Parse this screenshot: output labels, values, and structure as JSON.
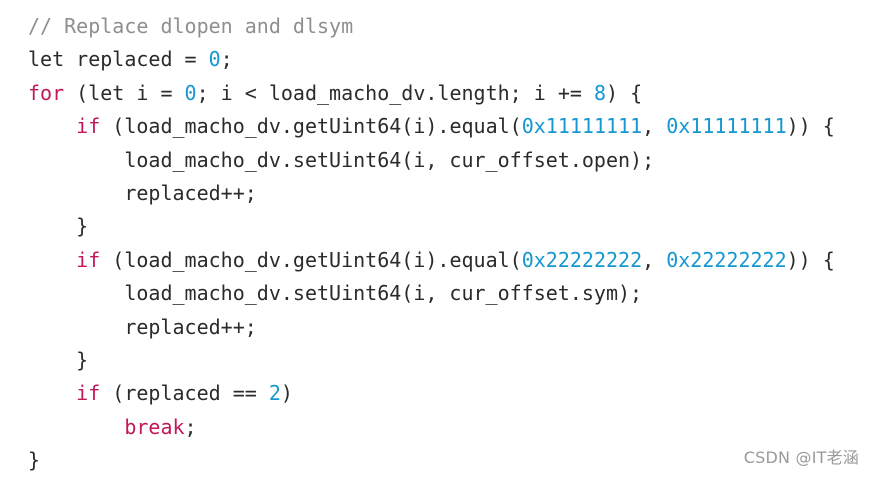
{
  "code": {
    "lines": [
      [
        {
          "t": "// Replace dlopen and dlsym",
          "k": "comment"
        }
      ],
      [
        {
          "t": "let replaced = ",
          "k": "text"
        },
        {
          "t": "0",
          "k": "number"
        },
        {
          "t": ";",
          "k": "text"
        }
      ],
      [
        {
          "t": "for",
          "k": "keyword"
        },
        {
          "t": " (let i = ",
          "k": "text"
        },
        {
          "t": "0",
          "k": "number"
        },
        {
          "t": "; i < load_macho_dv.length; i += ",
          "k": "text"
        },
        {
          "t": "8",
          "k": "number"
        },
        {
          "t": ") {",
          "k": "text"
        }
      ],
      [
        {
          "t": "    ",
          "k": "text"
        },
        {
          "t": "if",
          "k": "keyword"
        },
        {
          "t": " (load_macho_dv.getUint64(i).equal(",
          "k": "text"
        },
        {
          "t": "0x11111111",
          "k": "number"
        },
        {
          "t": ", ",
          "k": "text"
        },
        {
          "t": "0x11111111",
          "k": "number"
        },
        {
          "t": ")) {",
          "k": "text"
        }
      ],
      [
        {
          "t": "        load_macho_dv.setUint64(i, cur_offset.open);",
          "k": "text"
        }
      ],
      [
        {
          "t": "        replaced++;",
          "k": "text"
        }
      ],
      [
        {
          "t": "    }",
          "k": "text"
        }
      ],
      [
        {
          "t": "    ",
          "k": "text"
        },
        {
          "t": "if",
          "k": "keyword"
        },
        {
          "t": " (load_macho_dv.getUint64(i).equal(",
          "k": "text"
        },
        {
          "t": "0x22222222",
          "k": "number"
        },
        {
          "t": ", ",
          "k": "text"
        },
        {
          "t": "0x22222222",
          "k": "number"
        },
        {
          "t": ")) {",
          "k": "text"
        }
      ],
      [
        {
          "t": "        load_macho_dv.setUint64(i, cur_offset.sym);",
          "k": "text"
        }
      ],
      [
        {
          "t": "        replaced++;",
          "k": "text"
        }
      ],
      [
        {
          "t": "    }",
          "k": "text"
        }
      ],
      [
        {
          "t": "    ",
          "k": "text"
        },
        {
          "t": "if",
          "k": "keyword"
        },
        {
          "t": " (replaced == ",
          "k": "text"
        },
        {
          "t": "2",
          "k": "number"
        },
        {
          "t": ")",
          "k": "text"
        }
      ],
      [
        {
          "t": "        ",
          "k": "text"
        },
        {
          "t": "break",
          "k": "keyword"
        },
        {
          "t": ";",
          "k": "text"
        }
      ],
      [
        {
          "t": "}",
          "k": "text"
        }
      ]
    ]
  },
  "watermark": {
    "text": "CSDN @IT老涵"
  },
  "colors": {
    "background": "#ffffff",
    "text": "#2b2b2b",
    "comment": "#8f8f8f",
    "keyword": "#c2185b",
    "number": "#1597d1",
    "watermark": "#9a9a9a"
  }
}
